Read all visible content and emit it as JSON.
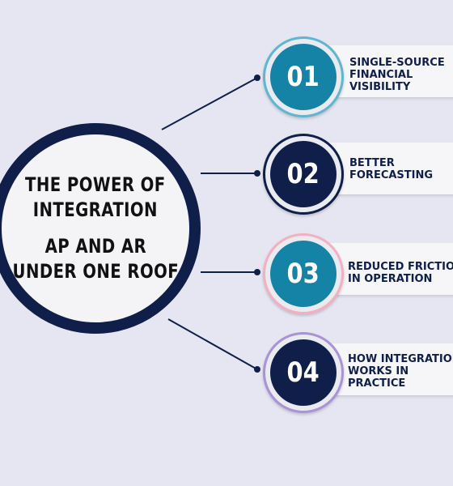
{
  "hub": {
    "title_lines": [
      "THE POWER OF",
      "INTEGRATION"
    ],
    "subtitle_lines": [
      "AP AND AR",
      "UNDER ONE ROOF"
    ]
  },
  "colors": {
    "navy": "#0f1f4a",
    "teal": "#1583a6",
    "ring_teal": "#5fb6d0",
    "ring_pink": "#f2b0c0",
    "ring_purple": "#a793d6",
    "background": "#e6e6f2"
  },
  "items": [
    {
      "number": "01",
      "lines": [
        "SINGLE-SOURCE",
        "FINANCIAL",
        "VISIBILITY"
      ]
    },
    {
      "number": "02",
      "lines": [
        "BETTER",
        "FORECASTING"
      ]
    },
    {
      "number": "03",
      "lines": [
        "REDUCED FRICTION",
        "IN OPERATION"
      ]
    },
    {
      "number": "04",
      "lines": [
        "HOW INTEGRATION",
        "WORKS IN",
        "PRACTICE"
      ]
    }
  ]
}
